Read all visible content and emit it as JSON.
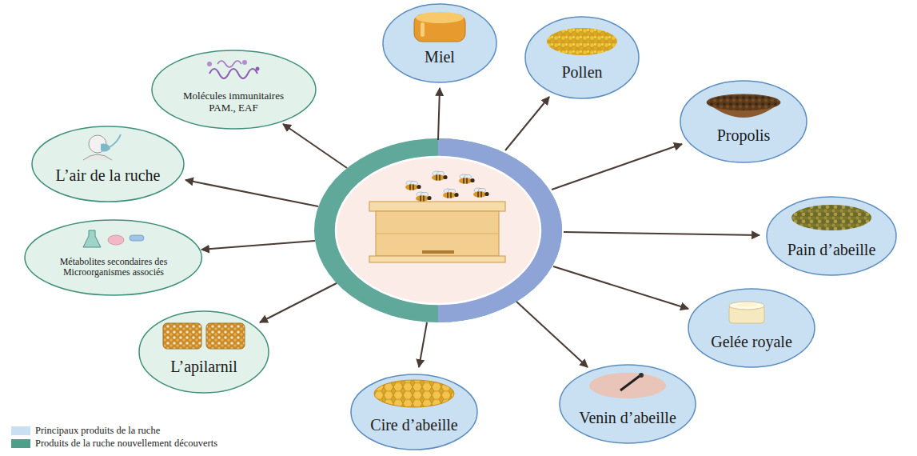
{
  "diagram": {
    "nodes": [
      {
        "text": [
          "Molécules immunitaires PAM., EAF"
        ]
      },
      {
        "text": [
          "Miel"
        ]
      },
      {
        "text": [
          "Pollen"
        ]
      },
      {
        "text": [
          "L’air de la ruche"
        ]
      },
      {
        "text": [
          "Propolis"
        ]
      },
      {
        "text": [
          "Métabolites secondaires des Microorganismes associés"
        ]
      },
      {
        "text": [
          "Pain d’abeille"
        ]
      },
      {
        "text": [
          "Gelée royale"
        ]
      },
      {
        "text": [
          "L’apilarnil"
        ]
      },
      {
        "text": [
          "Cire d’abeille"
        ]
      },
      {
        "text": [
          "Venin d’abeille"
        ]
      }
    ],
    "legend": [
      {
        "text": "Principaux produits de la ruche",
        "color": "#c9e0f2"
      },
      {
        "text": "Produits de la ruche nouvellement découverts",
        "color": "#4f9e8a"
      }
    ]
  }
}
